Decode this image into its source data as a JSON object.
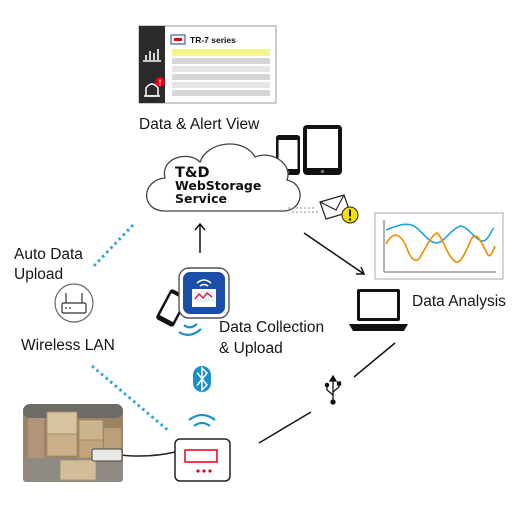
{
  "app_preview": {
    "series_name": "TR-7 series",
    "nav_icons": [
      "bar-chart-icon",
      "alarm-icon"
    ],
    "alert_badge": "!"
  },
  "labels": {
    "data_alert_view": "Data & Alert View",
    "cloud_line1": "T&D",
    "cloud_line2": "WebStorage",
    "cloud_line3": "Service",
    "auto_upload_line1": "Auto Data",
    "auto_upload_line2": "Upload",
    "wireless_lan": "Wireless LAN",
    "data_collection_line1": "Data Collection",
    "data_collection_line2": "& Upload",
    "data_analysis": "Data Analysis"
  },
  "icons": [
    "router-icon",
    "bluetooth-icon",
    "usb-icon",
    "mail-icon",
    "warning-icon",
    "wifi-icon",
    "smartphone-icon",
    "tablet-icon",
    "laptop-icon",
    "data-logger-icon",
    "warehouse-photo"
  ],
  "colors": {
    "accent_blue": "#1a8fc9",
    "dotted_link": "#29a3d4",
    "warning_yellow": "#f5e000",
    "alert_red": "#e60012",
    "chart_blue": "#1ba1e2",
    "chart_orange": "#f08c00",
    "app_highlight": "#f4f48a",
    "nav_dark": "#2b2b2b"
  }
}
